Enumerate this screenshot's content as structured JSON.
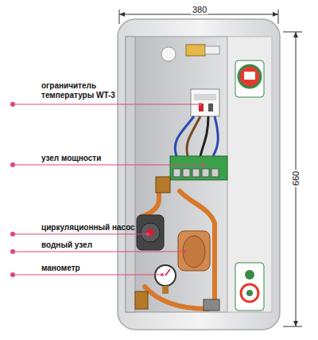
{
  "diagram": {
    "labels": [
      "380",
      "660",
      "ограничитель температуры WT-3",
      "узел мощности",
      "циркуляционный насос",
      "водный узел",
      "манометр"
    ]
  }
}
